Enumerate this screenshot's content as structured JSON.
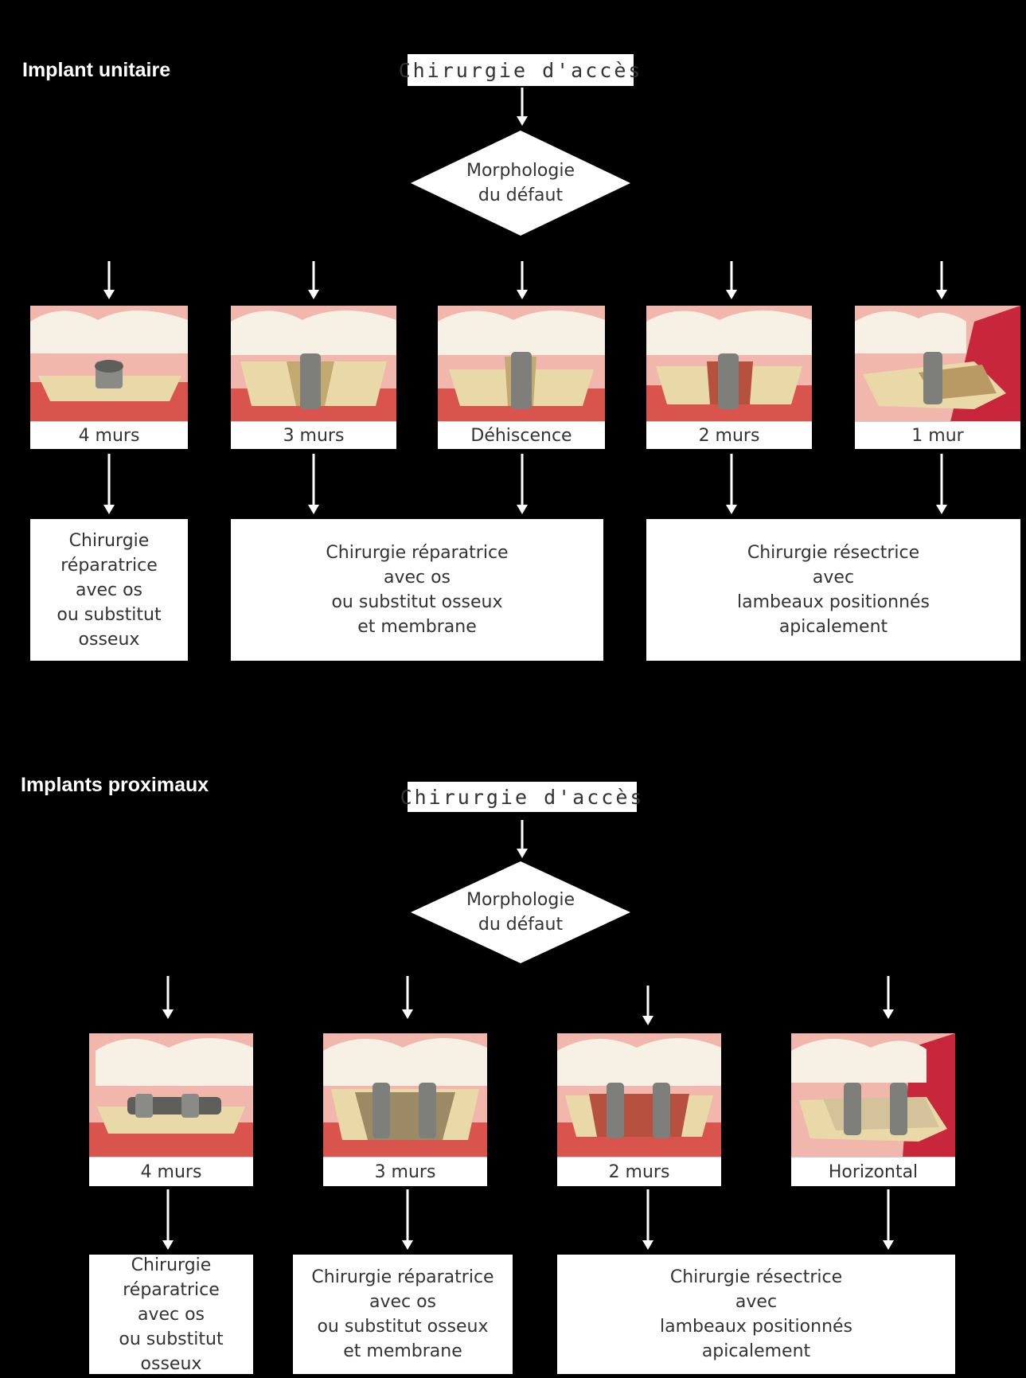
{
  "sections": [
    {
      "title": "Implant unitaire",
      "access": "Chirurgie d'accès",
      "decision": "Morphologie\ndu défaut",
      "categories": [
        "4 murs",
        "3 murs",
        "Déhiscence",
        "2 murs",
        "1 mur"
      ],
      "outcomes": [
        "Chirurgie\nréparatrice\navec os\nou substitut\nosseux",
        "Chirurgie réparatrice\navec os\nou substitut osseux\net membrane",
        "Chirurgie résectrice\navec\nlambeaux positionnés\napicalement"
      ]
    },
    {
      "title": "Implants proximaux",
      "access": "Chirurgie d'accès",
      "decision": "Morphologie\ndu défaut",
      "categories": [
        "4 murs",
        "3 murs",
        "2 murs",
        "Horizontal"
      ],
      "outcomes": [
        "Chirurgie\nréparatrice\navec os\nou substitut\nosseux",
        "Chirurgie réparatrice\navec os\nou substitut osseux\net membrane",
        "Chirurgie résectrice\navec\nlambeaux positionnés\napicalement"
      ]
    }
  ]
}
